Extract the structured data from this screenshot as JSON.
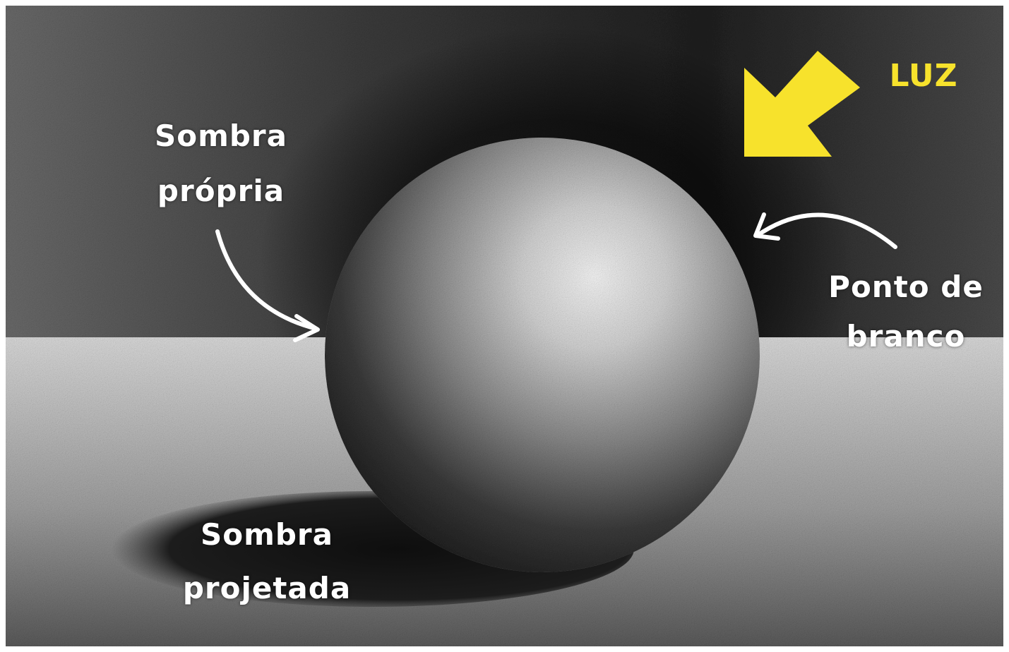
{
  "illustration": {
    "labels": {
      "own_shadow": [
        "Sombra",
        "própria"
      ],
      "highlight": [
        "Ponto de",
        "branco"
      ],
      "cast_shadow": [
        "Sombra",
        "projetada"
      ],
      "light": "LUZ"
    },
    "colors": {
      "label_text": "#ffffff",
      "light_arrow": "#f7e22c",
      "background_wall": "#3a3a3a",
      "table_surface": "#c8c8c8"
    },
    "icons": {
      "light_arrow": "arrow-down-left-icon",
      "own_shadow_pointer": "curved-arrow-icon",
      "highlight_pointer": "curved-arrow-icon"
    }
  }
}
